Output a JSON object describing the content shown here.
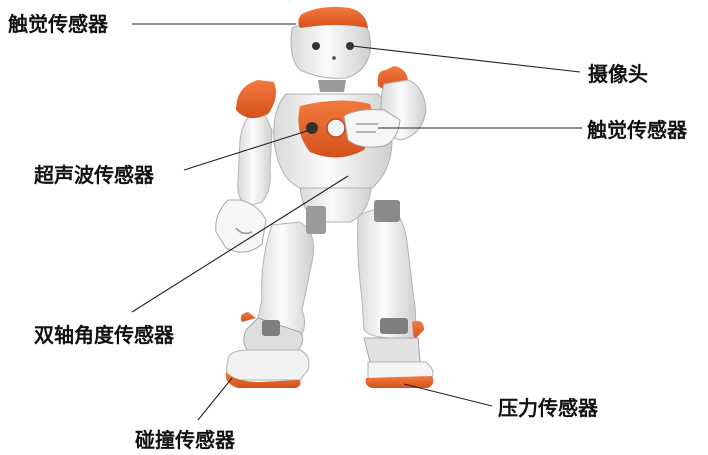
{
  "diagram": {
    "labels": {
      "head_touch_sensor": "触觉传感器",
      "camera": "摄像头",
      "hand_touch_sensor": "触觉传感器",
      "ultrasonic_sensor": "超声波传感器",
      "dual_axis_angle_sensor": "双轴角度传感器",
      "pressure_sensor": "压力传感器",
      "collision_sensor": "碰撞传感器"
    },
    "colors": {
      "accent_orange": "#e8612c",
      "body_white": "#f4f4f4",
      "joint_gray": "#9a9a9a",
      "leader_line": "#222222"
    },
    "figure": "humanoid-robot-nao"
  }
}
